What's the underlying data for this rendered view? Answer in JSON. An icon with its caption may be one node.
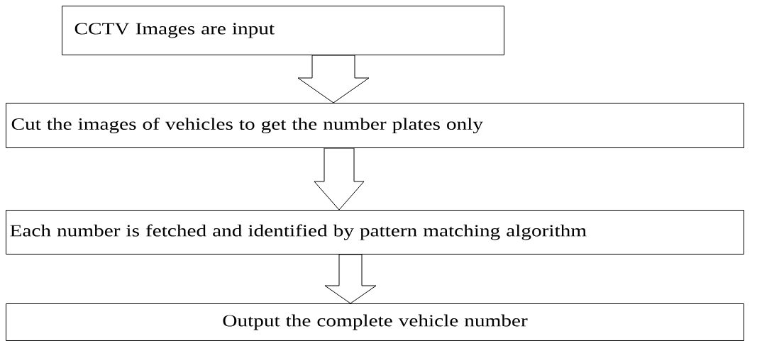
{
  "diagram": {
    "nodes": [
      {
        "text": [
          "CCTV Images are input"
        ]
      },
      {
        "text": [
          "Cut the images of vehicles to get the number plates only"
        ]
      },
      {
        "text": [
          "Each number is fetched and identified by pattern matching algorithm"
        ]
      },
      {
        "text": [
          "Output the complete vehicle number"
        ]
      }
    ],
    "edges": [
      {
        "from": 0,
        "to": 1,
        "arrow": "to"
      },
      {
        "from": 1,
        "to": 2,
        "arrow": "to"
      },
      {
        "from": 2,
        "to": 3,
        "arrow": "to"
      }
    ]
  }
}
